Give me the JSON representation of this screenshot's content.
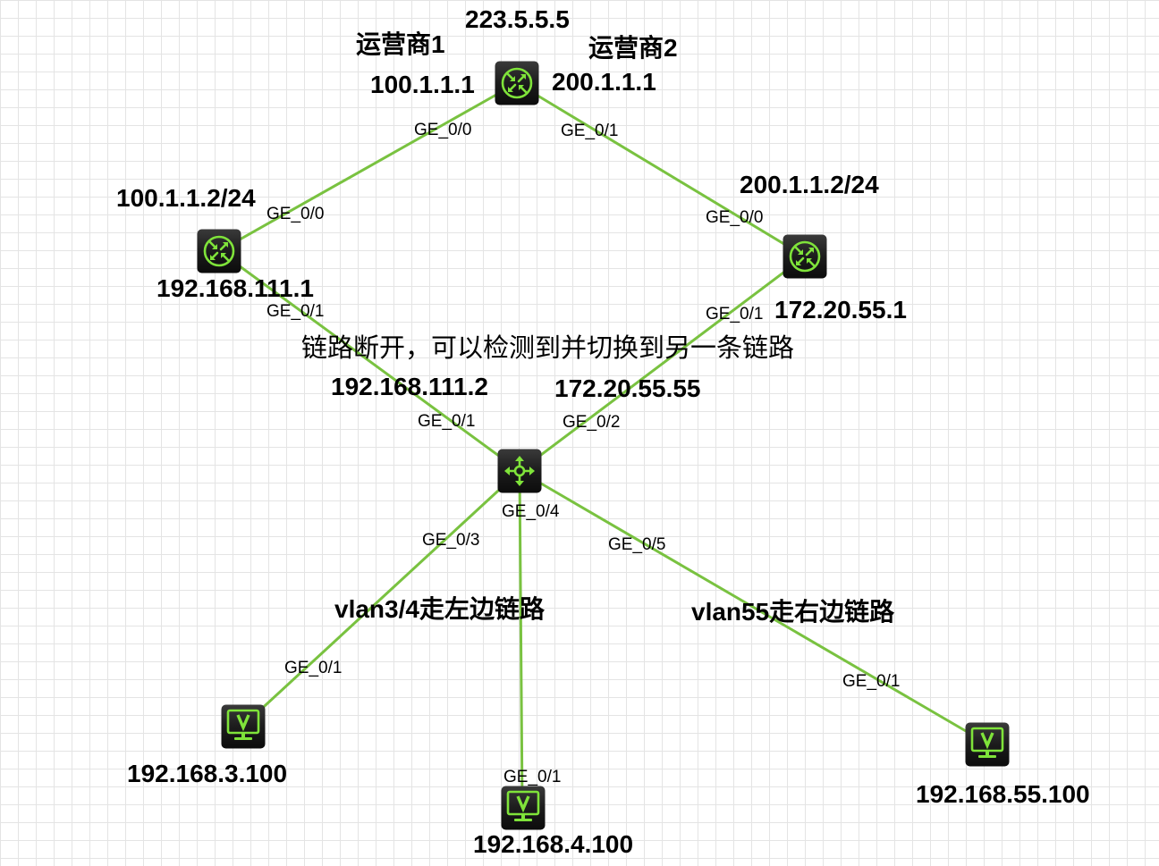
{
  "diagram": {
    "background": "#ffffff",
    "grid_color": "#e4e4e4",
    "link_color": "#79c240",
    "icon_bg_color": "#1c1c1c",
    "icon_fg_color": "#7fe33a"
  },
  "isp_router": {
    "icon": "router-icon",
    "address": "223.5.5.5",
    "isp1_label": "运营商1",
    "isp2_label": "运营商2",
    "isp1_ip": "100.1.1.1",
    "isp2_ip": "200.1.1.1",
    "port_isp1": "GE_0/0",
    "port_isp2": "GE_0/1"
  },
  "left_router": {
    "icon": "router-icon",
    "wan_ip": "100.1.1.2/24",
    "lan_ip": "192.168.111.1",
    "port_wan": "GE_0/0",
    "port_lan": "GE_0/1"
  },
  "right_router": {
    "icon": "router-icon",
    "wan_ip": "200.1.1.2/24",
    "lan_ip": "172.20.55.1",
    "port_wan": "GE_0/0",
    "port_lan": "GE_0/1"
  },
  "core_switch": {
    "icon": "l3-switch-icon",
    "left_uplink_ip": "192.168.111.2",
    "right_uplink_ip": "172.20.55.55",
    "port_left_uplink": "GE_0/1",
    "port_right_uplink": "GE_0/2",
    "port_host_left": "GE_0/3",
    "port_host_middle": "GE_0/4",
    "port_host_right": "GE_0/5"
  },
  "hosts": [
    {
      "icon": "pc-icon",
      "ip": "192.168.3.100",
      "port": "GE_0/1"
    },
    {
      "icon": "pc-icon",
      "ip": "192.168.4.100",
      "port": "GE_0/1"
    },
    {
      "icon": "pc-icon",
      "ip": "192.168.55.100",
      "port": "GE_0/1"
    }
  ],
  "notes": {
    "failover": "链路断开，可以检测到并切换到另一条链路",
    "left_path": "vlan3/4走左边链路",
    "right_path": "vlan55走右边链路"
  }
}
